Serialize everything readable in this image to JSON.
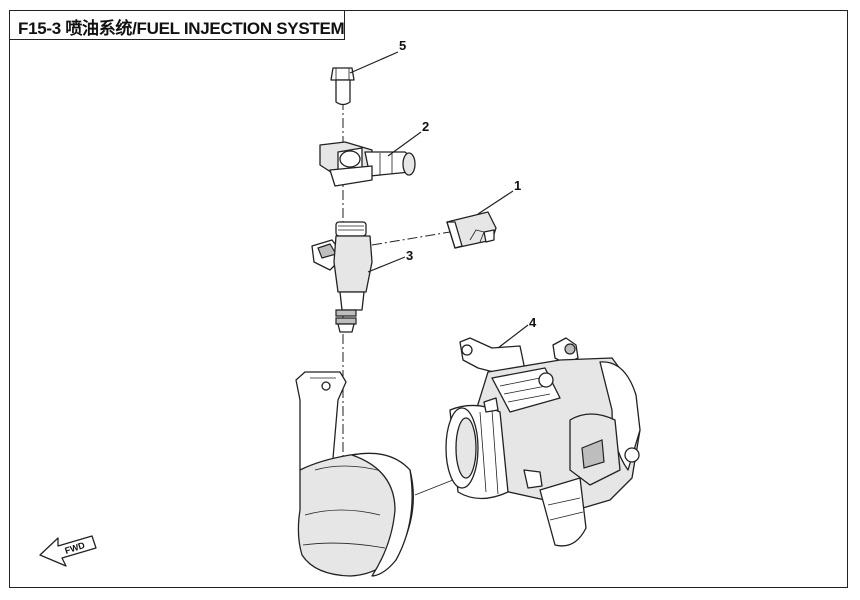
{
  "title": "F15-3 喷油系统/FUEL INJECTION SYSTEM",
  "callouts": [
    {
      "id": "callout-1",
      "label": "1"
    },
    {
      "id": "callout-2",
      "label": "2"
    },
    {
      "id": "callout-3",
      "label": "3"
    },
    {
      "id": "callout-4",
      "label": "4"
    },
    {
      "id": "callout-5",
      "label": "5"
    }
  ],
  "fwd_label": "FWD",
  "colors": {
    "line": "#222222",
    "background": "#ffffff",
    "shade": "#e6e6e6"
  }
}
